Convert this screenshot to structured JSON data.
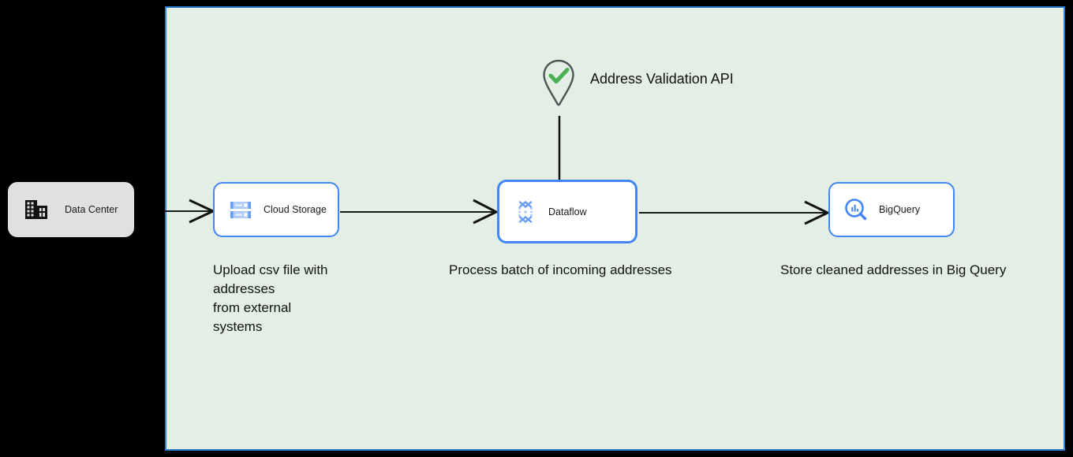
{
  "canvas": {
    "background_color": "#e3efe4",
    "border_color": "#2d7dd2",
    "outside_color": "#000000"
  },
  "diagram": {
    "title_text": "",
    "nodes": [
      {
        "id": "datacenter",
        "label": "Data Center",
        "icon": "data-center-building-icon",
        "style": "plain-gray",
        "fill": "#e0e0e0",
        "border": "none",
        "selected": false
      },
      {
        "id": "storage",
        "label": "Cloud Storage",
        "icon": "cloud-storage-icon",
        "style": "gcp-white",
        "fill": "#ffffff",
        "border": "#4285f4",
        "selected": false
      },
      {
        "id": "dataflow",
        "label": "Dataflow",
        "icon": "dataflow-icon",
        "style": "gcp-white",
        "fill": "#ffffff",
        "border": "#4285f4",
        "selected": true
      },
      {
        "id": "bigquery",
        "label": "BigQuery",
        "icon": "bigquery-icon",
        "style": "gcp-white",
        "fill": "#ffffff",
        "border": "#4285f4",
        "selected": false
      },
      {
        "id": "validation",
        "label": "Address Validation API",
        "icon": "map-pin-check-icon",
        "style": "pin",
        "pin_outline": "#4d5656",
        "check_color": "#4caf50",
        "selected": false
      }
    ],
    "captions": [
      {
        "id": "cap-storage",
        "lines": [
          "Upload csv file with",
          "addresses",
          "from external",
          "systems"
        ]
      },
      {
        "id": "cap-dataflow",
        "lines": [
          "Process batch of incoming addresses"
        ]
      },
      {
        "id": "cap-bigquery",
        "lines": [
          "Store cleaned addresses in Big Query"
        ]
      }
    ],
    "edges": [
      {
        "id": "edge-datacenter-storage",
        "from": "datacenter",
        "to": "storage",
        "label": "",
        "arrow": "open-v"
      },
      {
        "id": "edge-storage-dataflow",
        "from": "storage",
        "to": "dataflow",
        "label": "",
        "arrow": "open-v"
      },
      {
        "id": "edge-dataflow-bigquery",
        "from": "dataflow",
        "to": "bigquery",
        "label": "",
        "arrow": "open-v"
      },
      {
        "id": "edge-validation-dataflow",
        "from": "validation",
        "to": "dataflow",
        "label": "",
        "arrow": "none"
      }
    ]
  }
}
